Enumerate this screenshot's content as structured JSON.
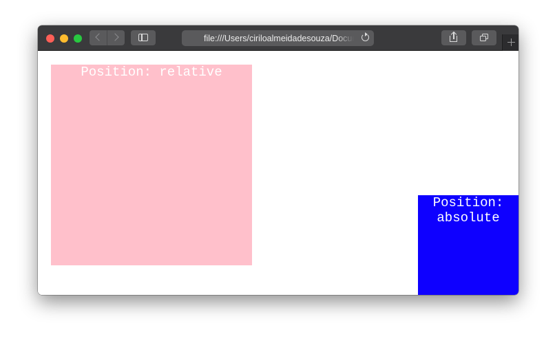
{
  "browser": {
    "address_bar": {
      "url": "file:///Users/ciriloalmeidadesouza/Documents/"
    }
  },
  "page": {
    "relative_box": {
      "label": "Position: relative",
      "background_color": "#ffc0cb",
      "text_color": "#ffffff"
    },
    "absolute_box": {
      "label": "Position: absolute",
      "background_color": "#0e00ff",
      "text_color": "#ffffff"
    }
  },
  "icons": {
    "window_controls": [
      "close-icon",
      "minimize-icon",
      "zoom-icon"
    ],
    "toolbar": [
      "back-arrow-icon",
      "forward-arrow-icon",
      "sidebar-icon",
      "reload-icon",
      "share-icon",
      "tabs-overview-icon",
      "plus-icon"
    ]
  }
}
